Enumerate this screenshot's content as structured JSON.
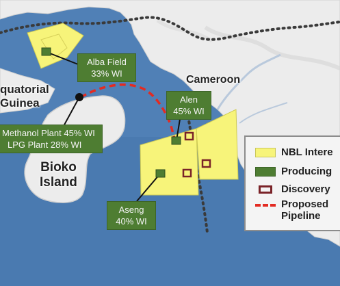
{
  "labels": {
    "equatorial_guinea": "quatorial\nGuinea",
    "bioko_island": "Bioko\nIsland",
    "cameroon": "Cameroon"
  },
  "callouts": {
    "alba": {
      "line1": "Alba Field",
      "line2": "33% WI"
    },
    "alen": {
      "line1": "Alen",
      "line2": "45% WI"
    },
    "methanol": {
      "line1": "Methanol Plant  45% WI",
      "line2": "LPG Plant  28% WI"
    },
    "aseng": {
      "line1": "Aseng",
      "line2": "40% WI"
    }
  },
  "legend": {
    "nbl_interest": "NBL Intere",
    "producing": "Producing",
    "discovery": "Discovery",
    "proposed_pipeline_line1": "Proposed",
    "proposed_pipeline_line2": "Pipeline"
  },
  "colors": {
    "sea": "#4a7ab0",
    "land": "#ececec",
    "nbl_interest": "#f7f47a",
    "producing": "#4e7d32",
    "discovery": "#7a2328",
    "pipeline": "#e32b22",
    "boundary": "#3a3a3a"
  }
}
